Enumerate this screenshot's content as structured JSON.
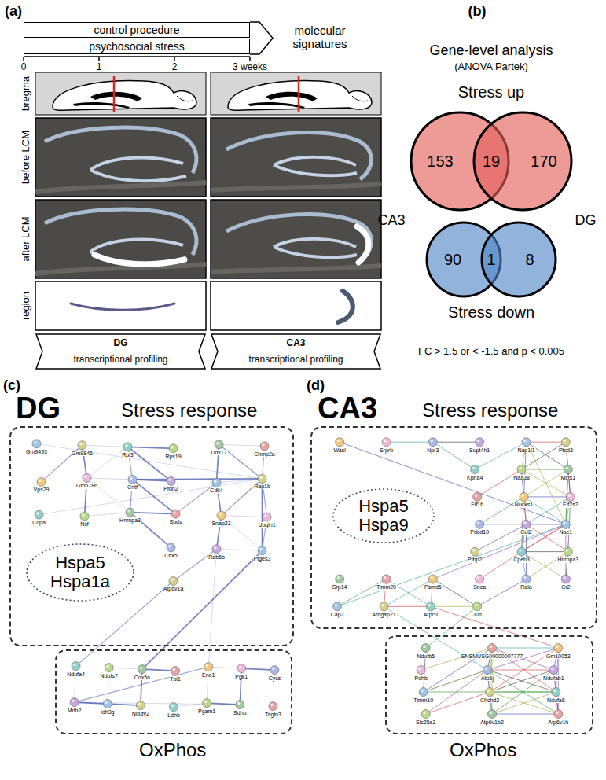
{
  "diagram": {
    "nodes": [
      {
        "text": [
          "control procedure"
        ]
      },
      {
        "text": [
          "psychosocial stress"
        ]
      },
      {
        "text": [
          "DG",
          "transcriptional profiling"
        ]
      },
      {
        "text": [
          "CA3",
          "transcriptional profiling"
        ]
      },
      {
        "text": [
          "Stress response"
        ]
      },
      {
        "text": [
          "Hspa5",
          "Hspa1a"
        ],
        "in": 4
      },
      {
        "text": [
          "OxPhos"
        ]
      },
      {
        "text": [
          "Stress response"
        ]
      },
      {
        "text": [
          "Hspa5",
          "Hspa9"
        ],
        "in": 7
      },
      {
        "text": [
          "OxPhos"
        ]
      }
    ],
    "labels": [
      "(a)",
      "molecular signatures",
      "0",
      "1",
      "2",
      "3 weeks",
      "bregma",
      "before LCM",
      "after LCM",
      "region",
      "(b)",
      "Gene-level analysis",
      "(ANOVA Partek)",
      "Stress up",
      "153",
      "19",
      "170",
      "CA3",
      "DG",
      "90",
      "1",
      "8",
      "Stress down",
      "FC > 1.5 or < -1.5 and p < 0.005",
      "(c)",
      "DG",
      "(d)",
      "CA3",
      "Gm9493",
      "Gm9846",
      "Rpl3",
      "Rps19",
      "Ddx17",
      "Chmp2a",
      "Vps29",
      "Gm5786",
      "Cntf",
      "Pfdn2",
      "Cdk4",
      "Rap1b",
      "Copa",
      "Nsf",
      "Hnrnpa3",
      "Sbds",
      "Snap23",
      "Ubqln1",
      "Cbx5",
      "Rab5b",
      "Ptges3",
      "Atp6v1a",
      "Ndufa4",
      "Ndufs7",
      "Cox5a",
      "Tpi1",
      "Eno1",
      "Pgk1",
      "Cycs",
      "Mdh2",
      "Idh3g",
      "Ndufv2",
      "Ldhb",
      "Pgam1",
      "Sdhb",
      "Tagln3",
      "Wasl",
      "Srprb",
      "Npr3",
      "Supt4h1",
      "Nap1l1",
      "Ptcd3",
      "Kpna4",
      "Naa38",
      "Mcts1",
      "Eif1b",
      "Nucks1",
      "Eif2s2",
      "Pdcd10",
      "Cul2",
      "Nae1",
      "Ptbp2",
      "Cpeb3",
      "Hnrnpa3",
      "Srp14",
      "Timm20",
      "Psmd5",
      "Snca",
      "Rala",
      "Cr2",
      "Cap2",
      "Arhgap21",
      "Arpc3",
      "Jun",
      "Ndufb5",
      "ENSMUSG00000007777",
      "Gm10053",
      "Pdhb",
      "Atp5j",
      "Ndufab1",
      "Timm10",
      "Chchd2",
      "Ndufa8",
      "Slc25a3",
      "Atp6v1b2",
      "Atp6v1h"
    ]
  }
}
